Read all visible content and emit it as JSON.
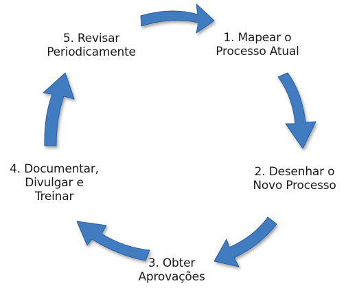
{
  "diagram": {
    "arrow_color": "#3f7bbf",
    "arrow_edge_color": "#2a5f9a",
    "steps": [
      {
        "lines": [
          "1. Mapear o",
          "Processo Atual"
        ]
      },
      {
        "lines": [
          "2. Desenhar o",
          "Novo Processo"
        ]
      },
      {
        "lines": [
          "3. Obter",
          "Aprovações"
        ]
      },
      {
        "lines": [
          "4. Documentar,",
          "Divulgar e",
          "Treinar"
        ]
      },
      {
        "lines": [
          "5. Revisar",
          "Periodicamente"
        ]
      }
    ]
  }
}
